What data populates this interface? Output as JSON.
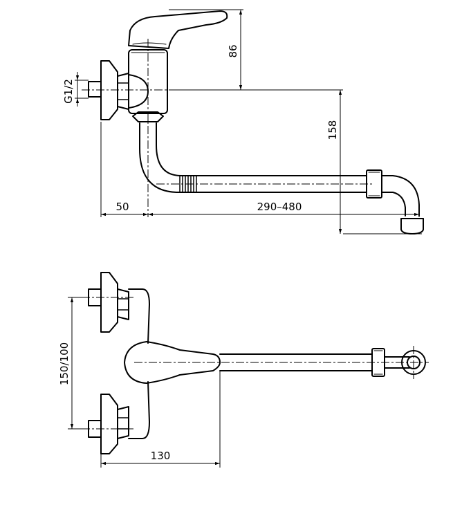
{
  "colors": {
    "line": "#000000",
    "background": "#ffffff"
  },
  "dimensions": {
    "thread": "G1/2",
    "height_lever": "86",
    "height_outlet": "158",
    "offset_wall": "50",
    "spout_length": "290–480",
    "spacing": "150/100",
    "depth": "130"
  }
}
